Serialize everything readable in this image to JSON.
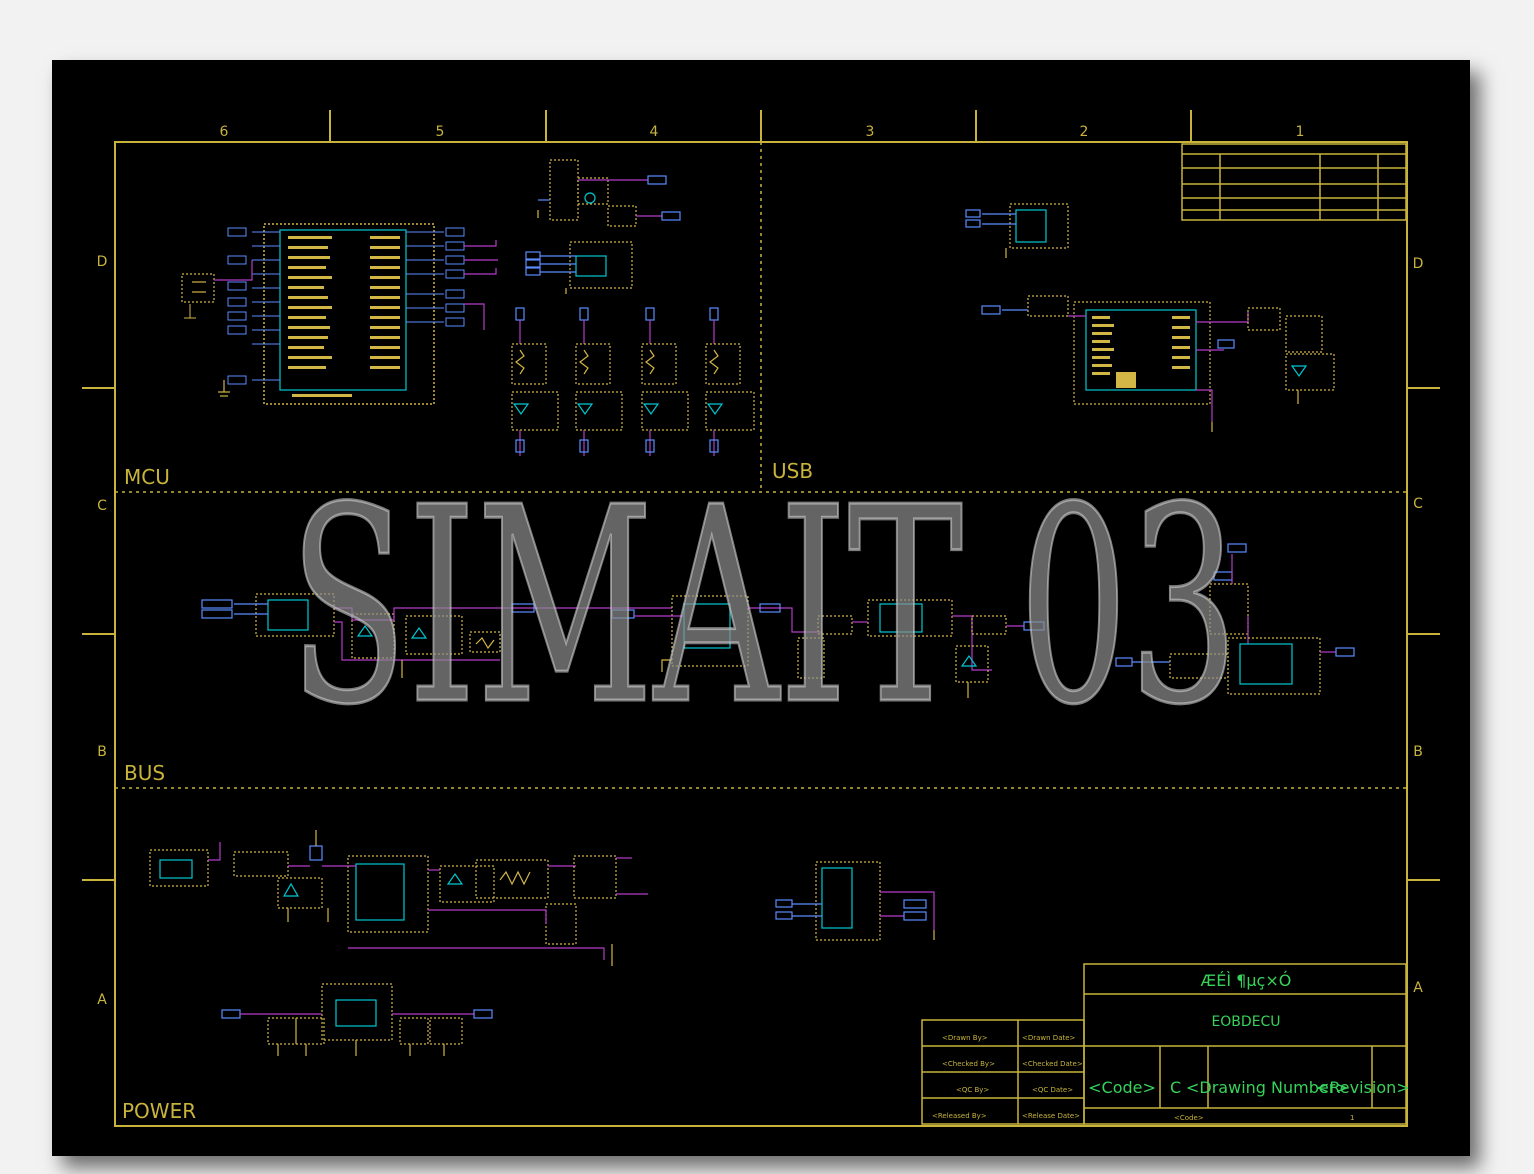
{
  "border": {
    "columns": [
      "6",
      "5",
      "4",
      "3",
      "2",
      "1"
    ],
    "rows": [
      "D",
      "C",
      "B",
      "A"
    ]
  },
  "sections": {
    "mcu": "MCU",
    "usb": "USB",
    "bus": "BUS",
    "power": "POWER"
  },
  "title_block": {
    "company": "ÆÉÌ ¶µç×Ó",
    "title": "EOBDECU",
    "code": "<Code>",
    "size": "C",
    "drawing_number": "<Drawing Number>",
    "revision": "<Revision>",
    "code_small": "<Code>",
    "sheet_of": "1",
    "sign_left": [
      "<Drawn By>",
      "<Checked By>",
      "<QC By>",
      "<Released By>"
    ],
    "sign_right": [
      "<Drawn Date>",
      "<Checked Date>",
      "<QC Date>",
      "<Release Date>"
    ]
  },
  "watermark": "SIMAIT 03",
  "colors": {
    "sheet": "#000000",
    "border": "#c8b43c",
    "component": "#d2b646",
    "pin": "#5a8cff",
    "wire": "#b43cc8",
    "net": "#00c8d2",
    "title_text": "#37d25a",
    "watermark": "#8a8a8a"
  }
}
